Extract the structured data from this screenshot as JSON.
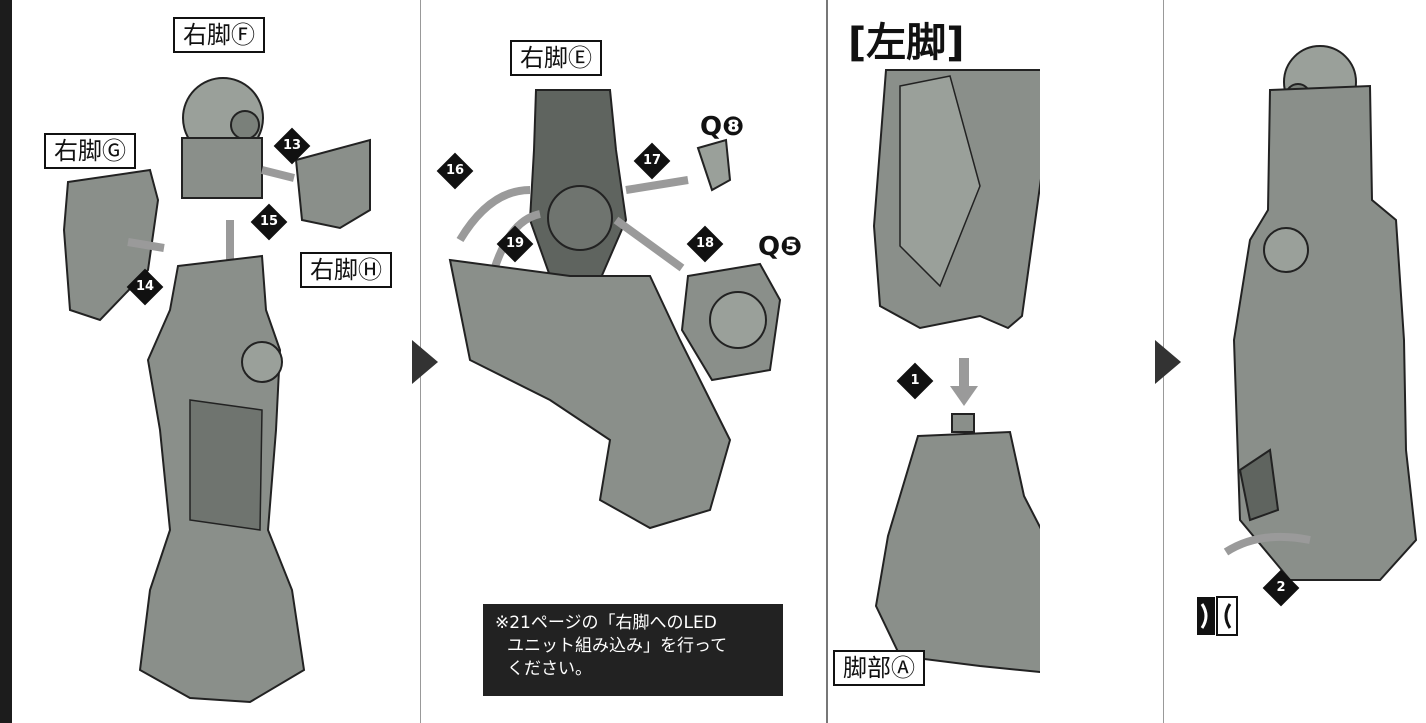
{
  "labels": {
    "right_leg_f": "右脚Ⓕ",
    "right_leg_g": "右脚Ⓖ",
    "right_leg_h": "右脚Ⓗ",
    "right_leg_e": "右脚Ⓔ",
    "left_leg_title": "[左脚]",
    "leg_a": "脚部Ⓐ"
  },
  "steps": {
    "s13": "13",
    "s14": "14",
    "s15": "15",
    "s16": "16",
    "s17": "17",
    "s18": "18",
    "s19": "19",
    "s1": "1",
    "s2": "2"
  },
  "parts": {
    "q8": "Q❽",
    "q5": "Q❺"
  },
  "note": {
    "line1": "※21ページの「右脚へのLED",
    "line2": "ユニット組み込み」を行って",
    "line3": "ください。"
  },
  "colors": {
    "part": "#8a8f8a",
    "part_dark": "#5f645f",
    "arrow": "#9a9a9a",
    "note_bg": "#222222"
  }
}
